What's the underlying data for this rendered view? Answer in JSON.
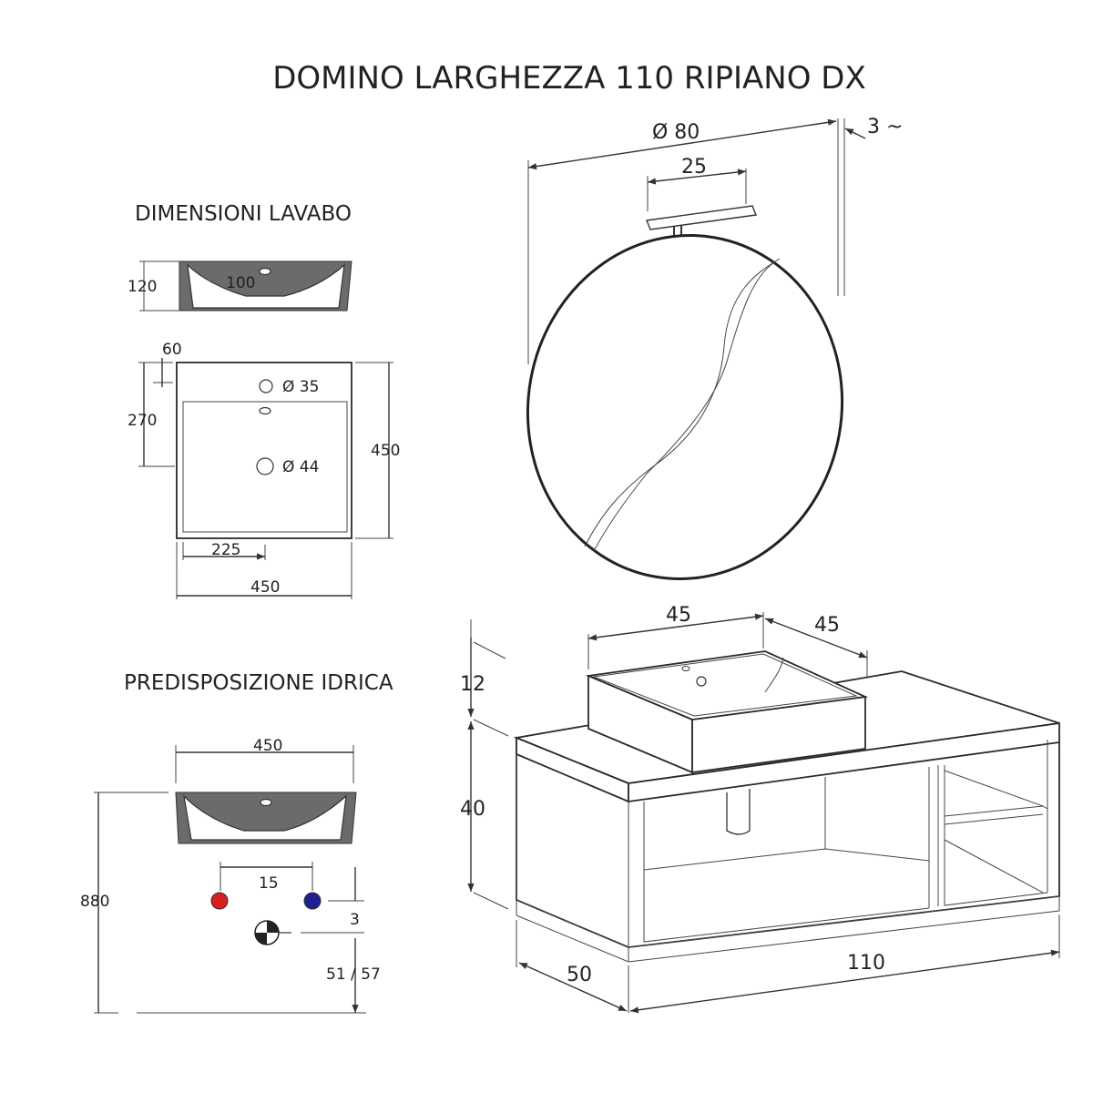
{
  "title": "DOMINO LARGHEZZA 110 RIPIANO DX",
  "sections": {
    "basin_dimensions": "DIMENSIONI LAVABO",
    "plumbing": "PREDISPOSIZIONE IDRICA"
  },
  "basin_side_view": {
    "height": "120",
    "inner_depth": "100"
  },
  "basin_top_view": {
    "offset_60": "60",
    "offset_270": "270",
    "hole_small": "Ø 35",
    "hole_drain": "Ø 44",
    "depth": "450",
    "center": "225",
    "width": "450"
  },
  "plumbing_view": {
    "basin_width": "450",
    "total_height": "880",
    "tap_spacing": "15",
    "gap": "3",
    "drain_height": "51 / 57",
    "colors": {
      "hot": "#d81f1f",
      "cold": "#1f1f8f"
    }
  },
  "mirror": {
    "diameter": "Ø 80",
    "lamp_width": "25",
    "thickness": "3 ~"
  },
  "cabinet": {
    "basin_width": "45",
    "basin_depth": "45",
    "basin_height": "12",
    "cabinet_height": "40",
    "cabinet_depth": "50",
    "cabinet_width": "110"
  }
}
